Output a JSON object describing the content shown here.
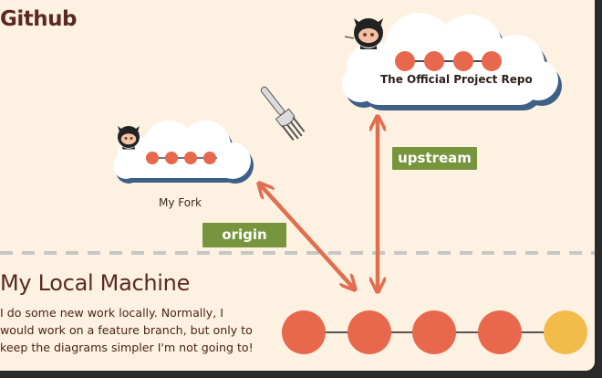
{
  "headings": {
    "github": "Github",
    "local_machine": "My Local Machine"
  },
  "clouds": {
    "fork_label": "My Fork",
    "official_label": "The Official Project Repo"
  },
  "remotes": {
    "origin": "origin",
    "upstream": "upstream"
  },
  "description": {
    "line1": "I do some new work locally.  Normally, I",
    "line2": "would work on a feature branch, but only to",
    "line3": "keep the diagrams simpler I'm not going to!"
  },
  "colors": {
    "background": "#fdf1e1",
    "commit": "#e8684d",
    "new_commit": "#f2bc4a",
    "arrow": "#e26d4f",
    "tag": "#76953c",
    "cloud_shadow": "#3e5f86",
    "divider": "#c7c7c5"
  },
  "icons": [
    "octocat-icon",
    "fork-utensil-icon"
  ],
  "commits": {
    "fork": 4,
    "official": 4,
    "local_existing": 4,
    "local_new": 1
  }
}
